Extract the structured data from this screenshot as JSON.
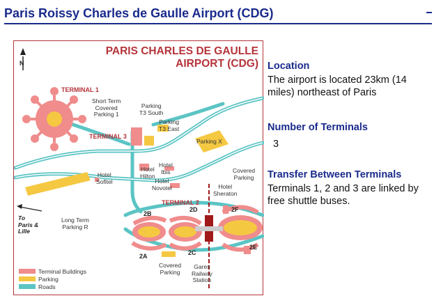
{
  "page": {
    "title": "Paris Roissy Charles de Gaulle Airport (CDG)"
  },
  "map": {
    "title_line1": "PARIS CHARLES DE GAULLE",
    "title_line2": "AIRPORT (CDG)",
    "north": "N",
    "labels": {
      "terminal1": "TERMINAL 1",
      "terminal2": "TERMINAL 2",
      "terminal3": "TERMINAL 3",
      "short_term_1": "Short Term",
      "short_term_2": "Covered",
      "short_term_3": "Parking 1",
      "t3_south_1": "Parking",
      "t3_south_2": "T3 South",
      "t3_east_1": "Parking",
      "t3_east_2": "T3 East",
      "parking_x": "Parking X",
      "hotel_sofitel_1": "Hotel",
      "hotel_sofitel_2": "Sofitel",
      "hotel_hilton_1": "Hotel",
      "hotel_hilton_2": "Hilton",
      "hotel_ibis_1": "Hotel",
      "hotel_ibis_2": "Ibis",
      "hotel_novotel_1": "Hotel",
      "hotel_novotel_2": "Novotel",
      "hotel_sheraton_1": "Hotel",
      "hotel_sheraton_2": "Sheraton",
      "covered_parking_top_1": "Covered",
      "covered_parking_top_2": "Parking",
      "to_paris_1": "To",
      "to_paris_2": "Paris &",
      "to_paris_3": "Lille",
      "long_term_1": "Long Term",
      "long_term_2": "Parking R",
      "gate_2a": "2A",
      "gate_2b": "2B",
      "gate_2c": "2C",
      "gate_2d": "2D",
      "gate_2e": "2E",
      "gate_2f": "2F",
      "covered_parking_bottom_1": "Covered",
      "covered_parking_bottom_2": "Parking",
      "gares_1": "Gares",
      "gares_2": "Railway",
      "gares_3": "Station"
    },
    "legend": [
      {
        "label": "Terminal Buildings",
        "color": "#f08c8c"
      },
      {
        "label": "Parking",
        "color": "#f5c842"
      },
      {
        "label": "Roads",
        "color": "#5bc4c4"
      }
    ],
    "colors": {
      "terminal": "#f08c8c",
      "parking": "#f5c842",
      "road": "#5bc4c4",
      "rail": "#a01a1a",
      "accent": "#b5343a"
    }
  },
  "info": {
    "location_heading": "Location",
    "location_text": "The airport is located 23km (14 miles) northeast of Paris",
    "terminals_heading": "Number of Terminals",
    "terminals_value": "3",
    "transfer_heading": "Transfer Between Terminals",
    "transfer_text": "Terminals 1, 2 and 3 are linked by free shuttle buses."
  }
}
